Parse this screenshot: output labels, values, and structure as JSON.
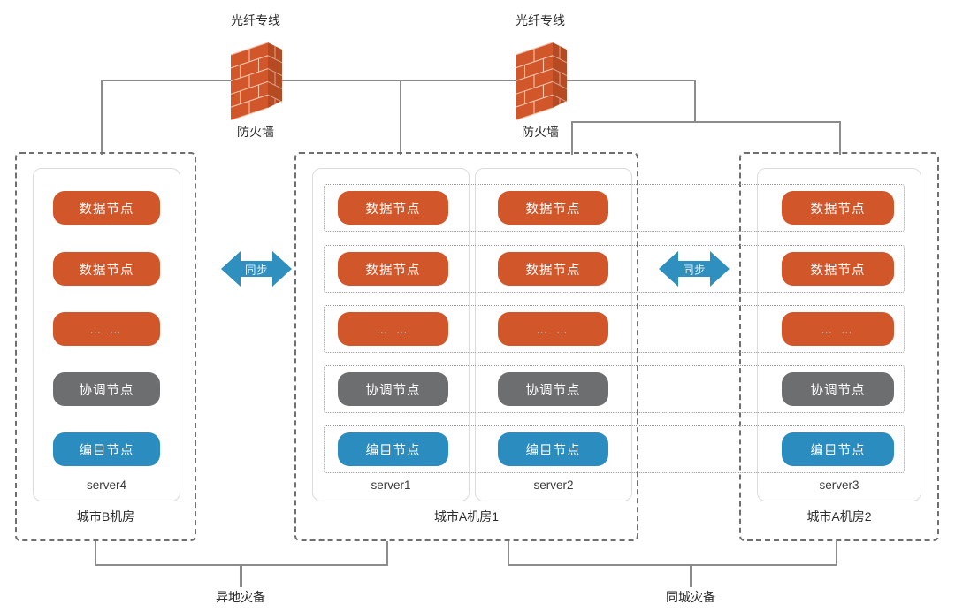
{
  "diagram": {
    "title_present": false,
    "colors": {
      "data_node": "#d1562a",
      "coordinator_node": "#6d6e70",
      "catalog_node": "#2a8cbf",
      "sync_arrow": "#2f8fbe",
      "firewall_brick": "#d1562a",
      "firewall_brick_dark": "#b64a23",
      "wire": "#8c8c8c",
      "room_border": "#6f6f6f",
      "server_border": "#dcdcdc",
      "band_border": "#9a9a9a",
      "text": "#2b2b2b"
    }
  },
  "firewalls": [
    {
      "id": "fw-left",
      "top_label": "光纤专线",
      "bottom_label": "防火墙"
    },
    {
      "id": "fw-right",
      "top_label": "光纤专线",
      "bottom_label": "防火墙"
    }
  ],
  "sync_arrows": [
    {
      "id": "sync-left",
      "label": "同步"
    },
    {
      "id": "sync-right",
      "label": "同步"
    }
  ],
  "node_labels": {
    "data": "数据节点",
    "ellipsis": "… …",
    "coordinator": "协调节点",
    "catalog": "编目节点"
  },
  "rooms": [
    {
      "id": "room-city-b",
      "label": "城市B机房",
      "servers": [
        {
          "id": "server4",
          "label": "server4",
          "nodes": [
            {
              "type": "data",
              "label": "数据节点"
            },
            {
              "type": "data",
              "label": "数据节点"
            },
            {
              "type": "ellipsis",
              "label": "… …"
            },
            {
              "type": "coordinator",
              "label": "协调节点"
            },
            {
              "type": "catalog",
              "label": "编目节点"
            }
          ]
        }
      ]
    },
    {
      "id": "room-city-a-1",
      "label": "城市A机房1",
      "servers": [
        {
          "id": "server1",
          "label": "server1",
          "nodes": [
            {
              "type": "data",
              "label": "数据节点"
            },
            {
              "type": "data",
              "label": "数据节点"
            },
            {
              "type": "ellipsis",
              "label": "… …"
            },
            {
              "type": "coordinator",
              "label": "协调节点"
            },
            {
              "type": "catalog",
              "label": "编目节点"
            }
          ]
        },
        {
          "id": "server2",
          "label": "server2",
          "nodes": [
            {
              "type": "data",
              "label": "数据节点"
            },
            {
              "type": "data",
              "label": "数据节点"
            },
            {
              "type": "ellipsis",
              "label": "… …"
            },
            {
              "type": "coordinator",
              "label": "协调节点"
            },
            {
              "type": "catalog",
              "label": "编目节点"
            }
          ]
        }
      ]
    },
    {
      "id": "room-city-a-2",
      "label": "城市A机房2",
      "servers": [
        {
          "id": "server3",
          "label": "server3",
          "nodes": [
            {
              "type": "data",
              "label": "数据节点"
            },
            {
              "type": "data",
              "label": "数据节点"
            },
            {
              "type": "ellipsis",
              "label": "… …"
            },
            {
              "type": "coordinator",
              "label": "协调节点"
            },
            {
              "type": "catalog",
              "label": "编目节点"
            }
          ]
        }
      ]
    }
  ],
  "bottom_links": [
    {
      "id": "dr-remote",
      "label": "异地灾备"
    },
    {
      "id": "dr-local",
      "label": "同城灾备"
    }
  ]
}
